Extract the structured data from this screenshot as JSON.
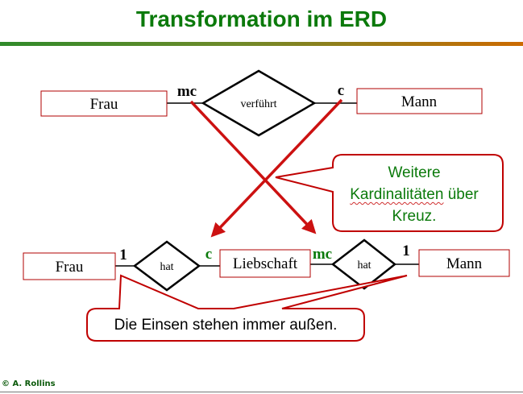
{
  "title": "Transformation im ERD",
  "colors": {
    "title_green": "#0b7a0b",
    "arrow_red": "#cc1111",
    "callout_border": "#c00000",
    "entity_border": "#b00000"
  },
  "top": {
    "entity_left": "Frau",
    "relationship": "verführt",
    "entity_right": "Mann",
    "card_left": "mc",
    "card_right": "c"
  },
  "bottom": {
    "entity_left": "Frau",
    "relationship_left": "hat",
    "entity_middle": "Liebschaft",
    "relationship_right": "hat",
    "entity_right": "Mann",
    "card_left_outer": "1",
    "card_left_inner": "c",
    "card_right_inner": "mc",
    "card_right_outer": "1"
  },
  "callout_crossing": {
    "line1": "Weitere",
    "line2": "Kardinalitäten",
    "line2b": "über",
    "line3": "Kreuz."
  },
  "callout_ones": {
    "text": "Die Einsen stehen immer außen."
  },
  "footer": {
    "credit": "© A. Rollins"
  }
}
